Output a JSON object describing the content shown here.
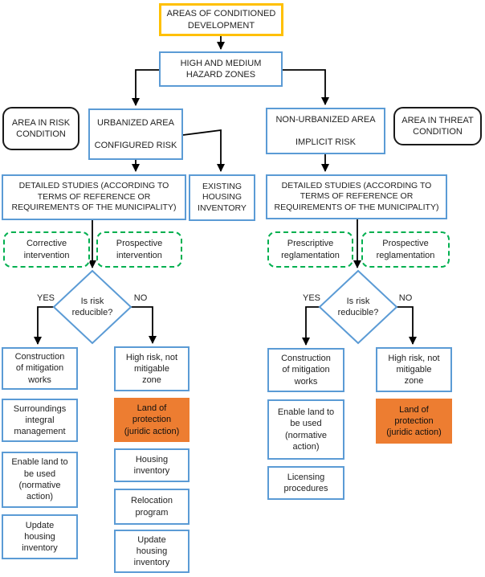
{
  "colors": {
    "blue_border": "#5B9BD5",
    "gold_border": "#FFC000",
    "green_dashed": "#00B050",
    "orange_fill": "#ED7D31",
    "connector": "#000000"
  },
  "nodes": {
    "areas": {
      "label": "AREAS OF CONDITIONED\nDEVELOPMENT"
    },
    "hazard": {
      "label": "HIGH AND MEDIUM\nHAZARD ZONES"
    },
    "risk_condition": {
      "label": "AREA IN RISK\nCONDITION"
    },
    "urbanized": {
      "label": "URBANIZED AREA\n\nCONFIGURED RISK"
    },
    "non_urbanized": {
      "label": "NON-URBANIZED AREA\n\nIMPLICIT RISK"
    },
    "threat_condition": {
      "label": "AREA IN THREAT\nCONDITION"
    },
    "detailed_left": {
      "label": "DETAILED STUDIES (ACCORDING TO\nTERMS OF REFERENCE OR\nREQUIREMENTS OF THE MUNICIPALITY)"
    },
    "existing_housing": {
      "label": "EXISTING\nHOUSING\nINVENTORY"
    },
    "detailed_right": {
      "label": "DETAILED STUDIES (ACCORDING TO\nTERMS OF REFERENCE OR\nREQUIREMENTS OF THE MUNICIPALITY)"
    },
    "corrective": {
      "label": "Corrective\nintervention"
    },
    "prospective_intervention": {
      "label": "Prospective\nintervention"
    },
    "prescriptive": {
      "label": "Prescriptive\nreglamentation"
    },
    "prospective_reglamentation": {
      "label": "Prospective\nreglamentation"
    },
    "diamond_left": {
      "label": "Is risk\nreducible?",
      "yes": "YES",
      "no": "NO"
    },
    "diamond_right": {
      "label": "Is risk\nreducible?",
      "yes": "YES",
      "no": "NO"
    },
    "col1": [
      "Construction\nof mitigation\nworks",
      "Surroundings\nintegral\nmanagement",
      "Enable land to\nbe used\n(normative\naction)",
      "Update\nhousing\ninventory"
    ],
    "col2": [
      "High risk, not\nmitigable\nzone",
      "Land of\nprotection\n(juridic action)",
      "Housing\ninventory",
      "Relocation\nprogram",
      "Update\nhousing\ninventory"
    ],
    "col3": [
      "Construction\nof mitigation\nworks",
      "Enable land to\nbe used\n(normative\naction)",
      "Licensing\nprocedures"
    ],
    "col4": [
      "High risk, not\nmitigable\nzone",
      "Land of\nprotection\n(juridic action)"
    ]
  }
}
